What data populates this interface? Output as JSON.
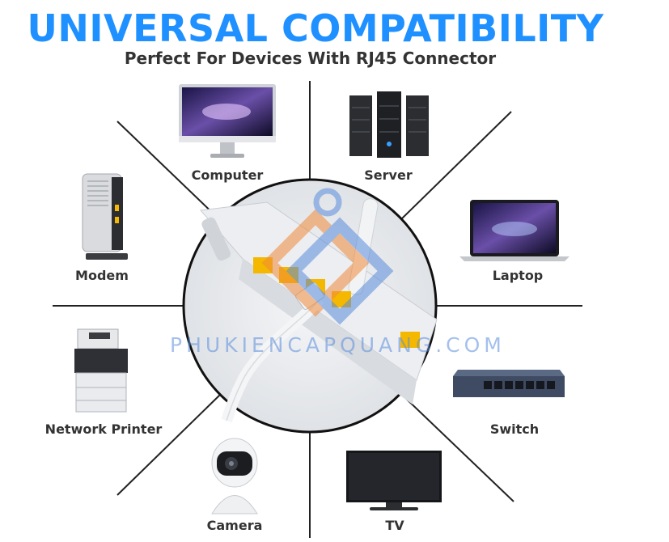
{
  "header": {
    "title": "UNIVERSAL COMPATIBILITY",
    "subtitle": "Perfect For Devices With RJ45 Connector"
  },
  "devices": [
    {
      "label": "Computer",
      "icon": "monitor-icon"
    },
    {
      "label": "Server",
      "icon": "server-rack-icon"
    },
    {
      "label": "Modem",
      "icon": "modem-icon"
    },
    {
      "label": "Laptop",
      "icon": "laptop-icon"
    },
    {
      "label": "Network Printer",
      "icon": "printer-icon"
    },
    {
      "label": "Switch",
      "icon": "network-switch-icon"
    },
    {
      "label": "Camera",
      "icon": "camera-icon"
    },
    {
      "label": "TV",
      "icon": "tv-icon"
    }
  ],
  "watermark": "PHUKIENCAPQUANG.COM",
  "colors": {
    "title": "#1e90ff",
    "text": "#333333",
    "lines": "#222222",
    "port": "#f5b800"
  }
}
